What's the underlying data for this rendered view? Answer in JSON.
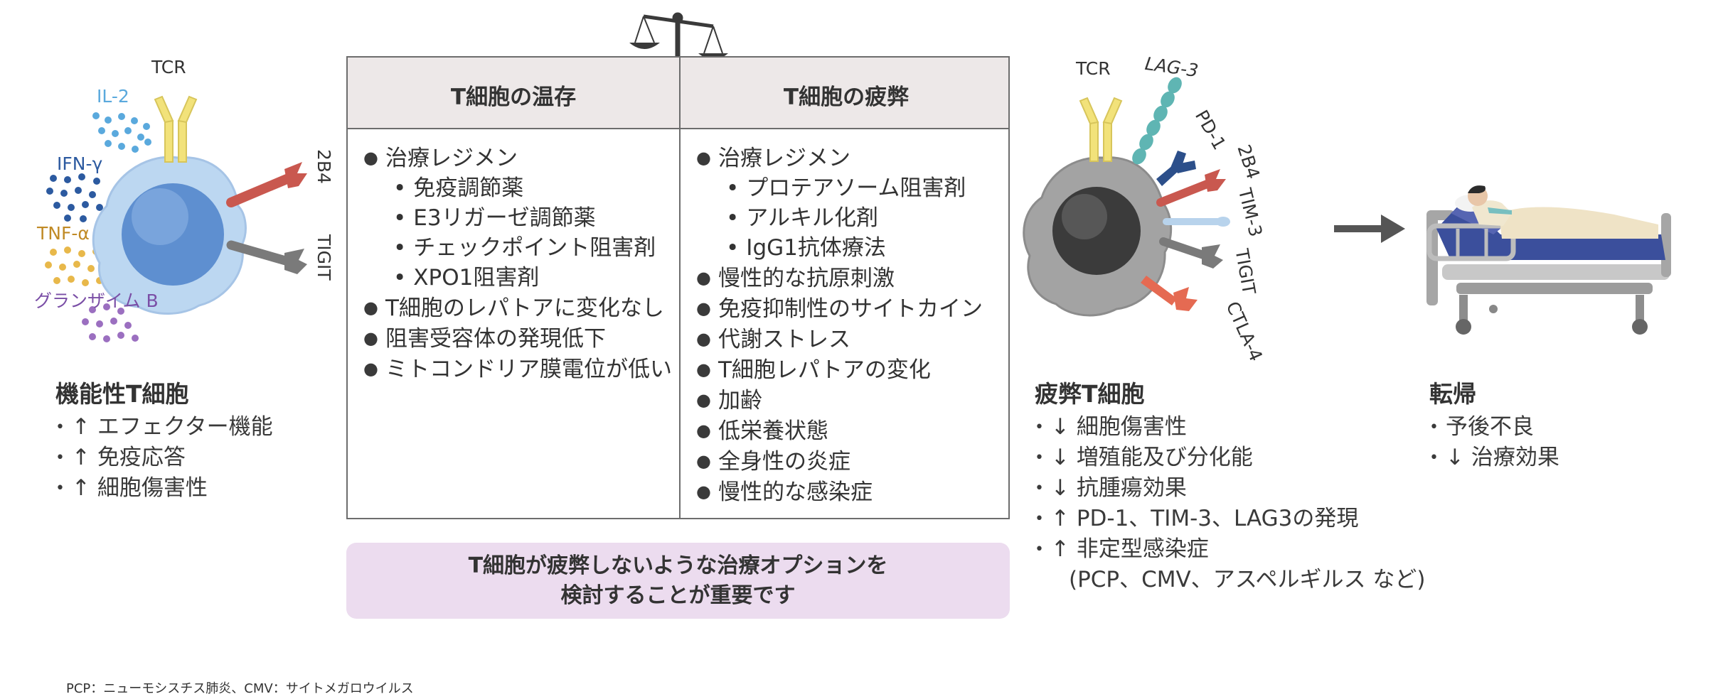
{
  "functional_cell": {
    "tcr_label": "TCR",
    "cytokines": {
      "il2": "IL-2",
      "ifng": "IFN-γ",
      "tnfa": "TNF-α",
      "granzyme": "グランザイム B"
    },
    "receptors": {
      "r1": "2B4",
      "r2": "TIGIT"
    },
    "title": "機能性T細胞",
    "bullets": [
      "↑ エフェクター機能",
      "↑ 免疫応答",
      "↑ 細胞傷害性"
    ]
  },
  "table": {
    "col1_header": "T細胞の温存",
    "col2_header": "T細胞の疲弊",
    "col1_items": [
      {
        "kind": "main",
        "text": "治療レジメン"
      },
      {
        "kind": "sub",
        "text": "免疫調節薬"
      },
      {
        "kind": "sub",
        "text": "E3リガーゼ調節薬"
      },
      {
        "kind": "sub",
        "text": "チェックポイント阻害剤"
      },
      {
        "kind": "sub",
        "text": "XPO1阻害剤"
      },
      {
        "kind": "main",
        "text": "T細胞のレパトアに変化なし"
      },
      {
        "kind": "main",
        "text": "阻害受容体の発現低下"
      },
      {
        "kind": "main",
        "text": "ミトコンドリア膜電位が低い"
      }
    ],
    "col2_items": [
      {
        "kind": "main",
        "text": "治療レジメン"
      },
      {
        "kind": "sub",
        "text": "プロテアソーム阻害剤"
      },
      {
        "kind": "sub",
        "text": "アルキル化剤"
      },
      {
        "kind": "sub",
        "text": "IgG1抗体療法"
      },
      {
        "kind": "main",
        "text": "慢性的な抗原刺激"
      },
      {
        "kind": "main",
        "text": "免疫抑制性のサイトカイン"
      },
      {
        "kind": "main",
        "text": "代謝ストレス"
      },
      {
        "kind": "main",
        "text": "T細胞レパトアの変化"
      },
      {
        "kind": "main",
        "text": "加齢"
      },
      {
        "kind": "main",
        "text": "低栄養状態"
      },
      {
        "kind": "main",
        "text": "全身性の炎症"
      },
      {
        "kind": "main",
        "text": "慢性的な感染症"
      }
    ],
    "callout_line1": "T細胞が疲弊しないような治療オプションを",
    "callout_line2": "検討することが重要です"
  },
  "exhausted_cell": {
    "tcr_label": "TCR",
    "receptors": {
      "lag3": "LAG-3",
      "pd1": "PD-1",
      "b2b4": "2B4",
      "tim3": "TIM-3",
      "tigit": "TIGIT",
      "ctla4": "CTLA-4"
    },
    "title": "疲弊T細胞",
    "bullets": [
      "↓ 細胞傷害性",
      "↓ 増殖能及び分化能",
      "↓ 抗腫瘍効果",
      "↑ PD-1、TIM-3、LAG3の発現",
      "↑ 非定型感染症"
    ],
    "bullet_cont": "(PCP、CMV、アスペルギルス など)"
  },
  "outcome": {
    "title": "転帰",
    "bullets": [
      "予後不良",
      "↓ 治療効果"
    ]
  },
  "footnote": "PCP：ニューモシスチス肺炎、CMV：サイトメガロウイルス",
  "colors": {
    "il2": "#5aa9dd",
    "ifng": "#2c5aa0",
    "tnfa": "#e8b84a",
    "granzyme": "#9b6fc0",
    "cell_func": "#b7d4f0",
    "cell_exh": "#9a9a9a",
    "tcr": "#f2e27a",
    "receptor_red": "#c9584f",
    "callout_bg": "#ecdcef",
    "table_header_bg": "#ede8e8"
  }
}
